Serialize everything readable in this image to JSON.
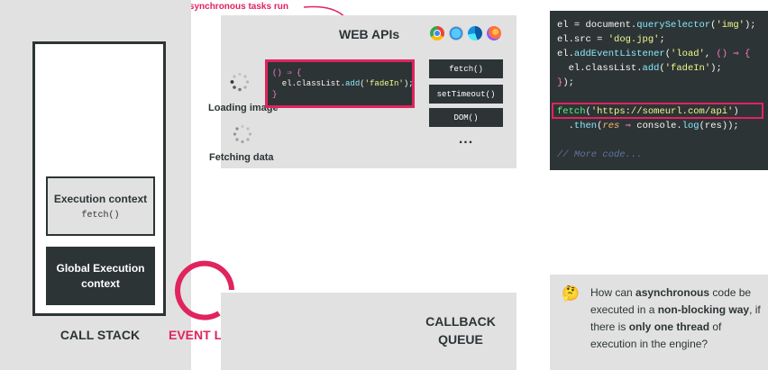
{
  "annotation": {
    "text": "Where asynchronous tasks run"
  },
  "call_stack": {
    "label": "CALL STACK",
    "execution_context": {
      "title": "Execution context",
      "code": "fetch()"
    },
    "global_context": {
      "line1": "Global Execution",
      "line2": "context"
    }
  },
  "web_apis": {
    "label": "WEB APIs",
    "browser_icons": [
      "chrome-icon",
      "safari-icon",
      "edge-icon",
      "firefox-icon"
    ],
    "callback_code": [
      "() ⇒ {",
      "  el.classList.add('fadeIn');",
      "}"
    ],
    "loading_label": "Loading image",
    "fetching_label": "Fetching data",
    "apis": [
      "fetch()",
      "setTimeout()",
      "DOM()"
    ],
    "more": "..."
  },
  "event_loop": {
    "label": "EVENT LOOP"
  },
  "callback_queue": {
    "line1": "CALLBACK",
    "line2": "QUEUE"
  },
  "code": {
    "lines": [
      "el = document.querySelector('img');",
      "el.src = 'dog.jpg';",
      "el.addEventListener('load', () ⇒ {",
      "  el.classList.add('fadeIn');",
      "});",
      "",
      "fetch('https://someurl.com/api')",
      "  .then(res ⇒ console.log(res));",
      "",
      "// More code..."
    ]
  },
  "question": {
    "emoji": "🤔",
    "p1": "How can ",
    "b1": "asynchronous",
    "p2": " code be executed in a ",
    "b2": "non-blocking way",
    "p3": ", if there is ",
    "b3": "only one thread",
    "p4": " of execution in the engine?"
  },
  "colors": {
    "accent": "#e0245e",
    "dark": "#2d3436",
    "panel": "#e1e1e1"
  }
}
